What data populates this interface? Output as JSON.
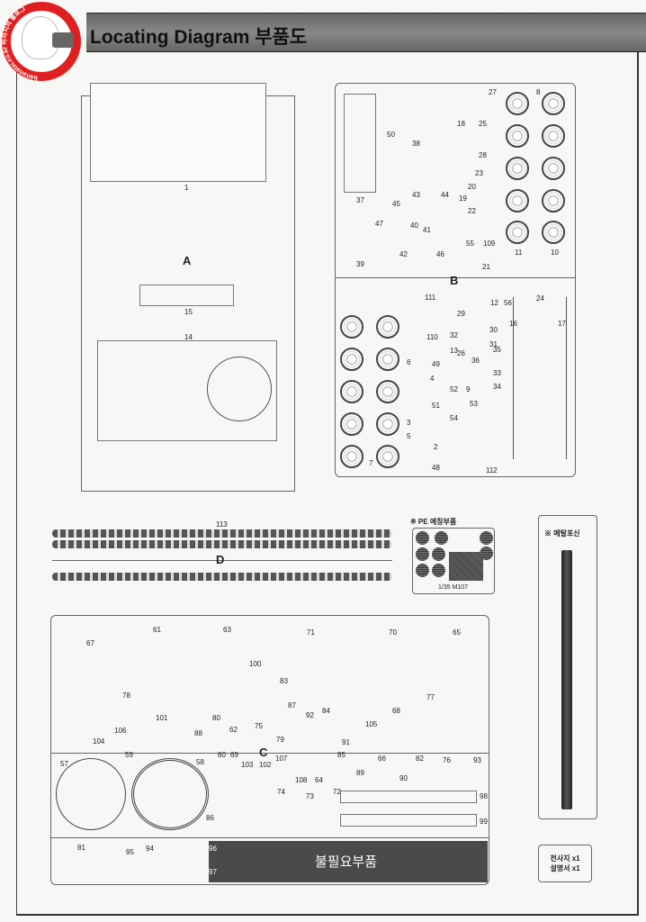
{
  "header": {
    "title": "Locating Diagram 부품도"
  },
  "logo": {
    "text": "bananatai.co.kr 바라지의 블로그"
  },
  "sprues": {
    "a": "A",
    "b": "B",
    "c": "C",
    "d": "D"
  },
  "parts_a": [
    "1",
    "15",
    "14"
  ],
  "parts_b": [
    "27",
    "8",
    "50",
    "38",
    "18",
    "25",
    "28",
    "23",
    "20",
    "19",
    "22",
    "37",
    "47",
    "43",
    "44",
    "45",
    "40",
    "41",
    "55",
    "109",
    "42",
    "46",
    "21",
    "39",
    "11",
    "10",
    "111",
    "12",
    "56",
    "24",
    "110",
    "32",
    "30",
    "31",
    "35",
    "36",
    "49",
    "6",
    "4",
    "52",
    "9",
    "34",
    "33",
    "51",
    "3",
    "5",
    "2",
    "54",
    "7",
    "48",
    "112",
    "16",
    "17",
    "13",
    "29",
    "26",
    "53"
  ],
  "parts_d": [
    "113"
  ],
  "parts_c": [
    "67",
    "61",
    "63",
    "71",
    "70",
    "65",
    "78",
    "100",
    "83",
    "87",
    "84",
    "92",
    "105",
    "68",
    "77",
    "101",
    "106",
    "104",
    "80",
    "88",
    "62",
    "75",
    "79",
    "91",
    "59",
    "60",
    "69",
    "57",
    "58",
    "103",
    "102",
    "107",
    "108",
    "64",
    "85",
    "89",
    "66",
    "90",
    "82",
    "76",
    "93",
    "74",
    "73",
    "72",
    "98",
    "99",
    "86",
    "81",
    "95",
    "94",
    "96",
    "97"
  ],
  "pe": {
    "title": "※ PE 에칭부품",
    "scale": "1/35 M107"
  },
  "metal_barrel": {
    "title": "※ 메탈포신"
  },
  "extras": {
    "line1": "전사지 x1",
    "line2": "설명서 x1"
  },
  "unused": {
    "label": "불필요부품"
  }
}
